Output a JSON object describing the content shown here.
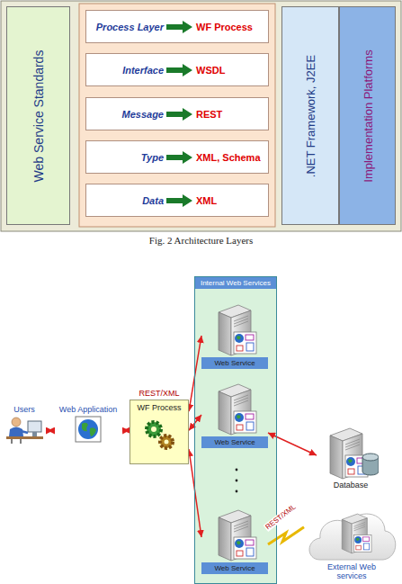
{
  "diagram": {
    "caption": "Fig. 2 Architecture Layers",
    "nodes": [
      {
        "text": [
          "Web Service Standards"
        ]
      },
      {
        "text": [
          "Process Layer",
          "WF Process"
        ]
      },
      {
        "text": [
          "Interface",
          "WSDL"
        ]
      },
      {
        "text": [
          "Message",
          "REST"
        ]
      },
      {
        "text": [
          "Type",
          "XML, Schema"
        ]
      },
      {
        "text": [
          "Data",
          "XML"
        ]
      },
      {
        "text": [
          ".NET Framework, J2EE"
        ]
      },
      {
        "text": [
          "Implementation Platforms"
        ]
      },
      {
        "text": [
          "Users"
        ]
      },
      {
        "text": [
          "Web Application"
        ]
      },
      {
        "text": [
          "REST/XML",
          "WF Process"
        ]
      },
      {
        "text": [
          "Internal Web Services"
        ]
      },
      {
        "text": [
          "Web Service"
        ],
        "in": 11
      },
      {
        "text": [
          "Web Service"
        ],
        "in": 11
      },
      {
        "text": [
          "Web Service"
        ],
        "in": 11
      },
      {
        "text": [
          "Database"
        ]
      },
      {
        "text": [
          "External Web services"
        ]
      }
    ],
    "edges": [
      {
        "from": 8,
        "to": 9,
        "arrow": "both"
      },
      {
        "from": 9,
        "to": 10,
        "arrow": "both"
      },
      {
        "from": 10,
        "to": 12,
        "arrow": "both"
      },
      {
        "from": 10,
        "to": 13,
        "arrow": "both"
      },
      {
        "from": 10,
        "to": 14,
        "arrow": "both"
      },
      {
        "from": 13,
        "to": 15,
        "arrow": "both"
      },
      {
        "from": 14,
        "to": 16,
        "label": "REST/XML",
        "arrow": "none"
      }
    ]
  }
}
